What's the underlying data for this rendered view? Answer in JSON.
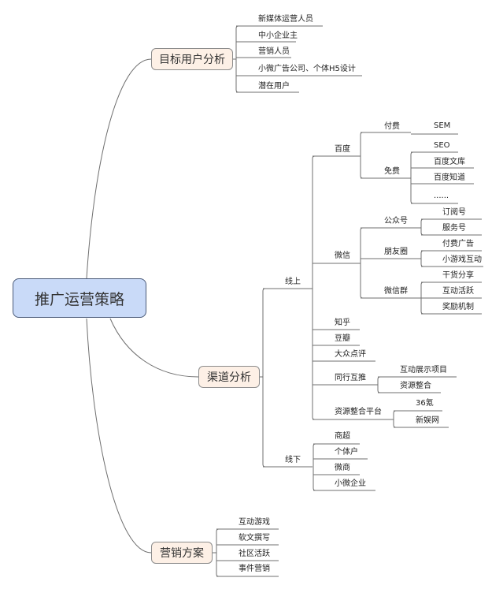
{
  "root": {
    "label": "推广运营策略"
  },
  "branches": {
    "target_users": {
      "label": "目标用户分析",
      "children": [
        "新媒体运营人员",
        "中小企业主",
        "营销人员",
        "小微广告公司、个体H5设计",
        "潜在用户"
      ]
    },
    "channels": {
      "label": "渠道分析",
      "online": {
        "label": "线上",
        "baidu": {
          "label": "百度",
          "paid": {
            "label": "付费",
            "children": [
              "SEM"
            ]
          },
          "free": {
            "label": "免费",
            "children": [
              "SEO",
              "百度文库",
              "百度知道",
              "......"
            ]
          }
        },
        "wechat": {
          "label": "微信",
          "official": {
            "label": "公众号",
            "children": [
              "订阅号",
              "服务号"
            ]
          },
          "moments": {
            "label": "朋友圈",
            "children": [
              "付费广告",
              "小游戏互动"
            ]
          },
          "groups": {
            "label": "微信群",
            "children": [
              "干货分享",
              "互动活跃",
              "奖励机制"
            ]
          }
        },
        "zhihu": {
          "label": "知乎"
        },
        "douban": {
          "label": "豆瓣"
        },
        "dianping": {
          "label": "大众点评"
        },
        "peer": {
          "label": "同行互推",
          "children": [
            "互动展示项目",
            "资源整合"
          ]
        },
        "platform": {
          "label": "资源整合平台",
          "children": [
            "36氪",
            "新娱网"
          ]
        }
      },
      "offline": {
        "label": "线下",
        "children": [
          "商超",
          "个体户",
          "微商",
          "小微企业"
        ]
      }
    },
    "marketing": {
      "label": "营销方案",
      "children": [
        "互动游戏",
        "软文撰写",
        "社区活跃",
        "事件营销"
      ]
    }
  },
  "colors": {
    "root_fill": "#c9daf8",
    "root_border": "#4a5a78",
    "main_fill": "#fdf0e6",
    "line": "#6f6f6f"
  }
}
